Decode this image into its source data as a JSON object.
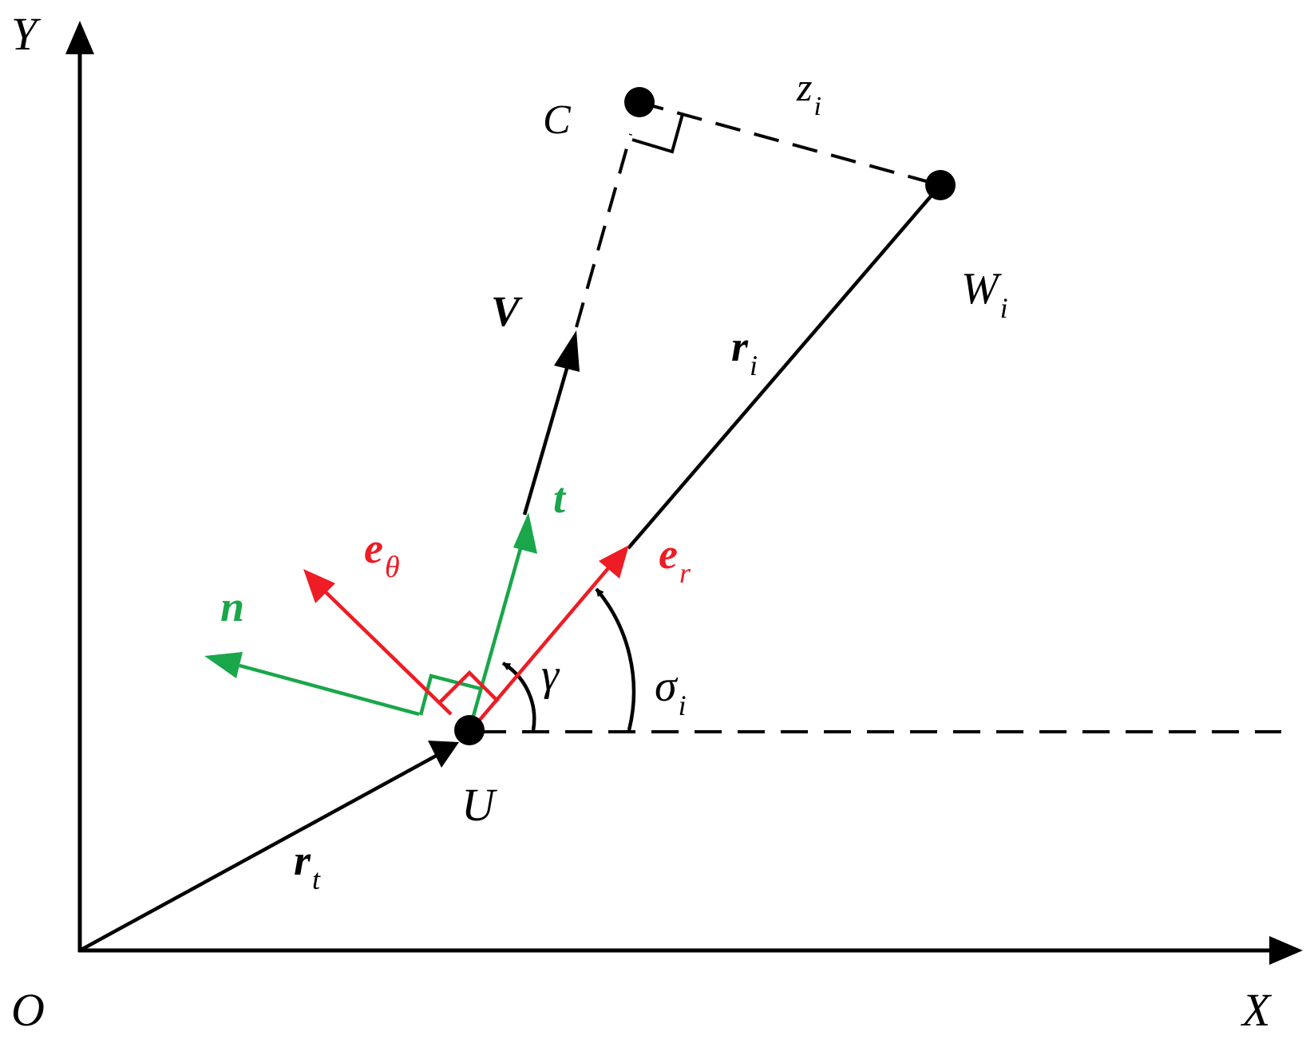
{
  "colors": {
    "black": "#000000",
    "green": "#1aa64a",
    "red": "#ee1c24"
  },
  "axes": {
    "x_label": "X",
    "y_label": "Y",
    "origin_label": "O"
  },
  "points": {
    "c_label": "C",
    "w_label": "W",
    "w_sub": "i",
    "u_label": "U"
  },
  "vectors": {
    "v_label": "V",
    "r_i_label": "r",
    "r_i_sub": "i",
    "r_t_label": "r",
    "r_t_sub": "t",
    "t_label": "t",
    "n_label": "n",
    "e_theta_label": "e",
    "e_theta_sub": "θ",
    "e_r_label": "e",
    "e_r_sub": "r"
  },
  "distances": {
    "z_label": "z",
    "z_sub": "i"
  },
  "angles": {
    "gamma_label": "γ",
    "sigma_label": "σ",
    "sigma_sub": "i"
  }
}
